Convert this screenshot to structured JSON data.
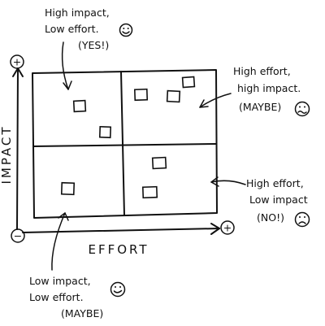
{
  "axes": {
    "y_label": "IMPACT",
    "x_label": "EFFORT",
    "plus_symbol": "+",
    "minus_symbol": "−"
  },
  "quadrants": {
    "top_left": {
      "lines": [
        "High impact,",
        "Low effort.",
        "(YES!)"
      ],
      "face": "happy-face-icon",
      "note_count": 2
    },
    "top_right": {
      "lines": [
        "High effort,",
        "high impact.",
        "(MAYBE)"
      ],
      "face": "nervous-face-icon",
      "note_count": 3
    },
    "bottom_right": {
      "lines": [
        "High effort,",
        "Low impact",
        "(NO!)"
      ],
      "face": "sad-face-icon",
      "note_count": 2
    },
    "bottom_left": {
      "lines": [
        "Low impact,",
        "Low effort.",
        "(MAYBE)"
      ],
      "face": "smirk-face-icon",
      "note_count": 1
    }
  },
  "colors": {
    "ink": "#111111",
    "paper": "#ffffff"
  }
}
